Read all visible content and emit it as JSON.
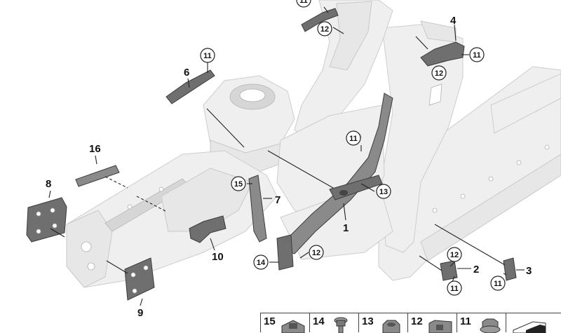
{
  "callouts": {
    "p1": "1",
    "p2": "2",
    "p3": "3",
    "p4": "4",
    "p6": "6",
    "p7": "7",
    "p8": "8",
    "p9": "9",
    "p10": "10",
    "p16": "16",
    "c11": "11",
    "c12": "12",
    "c13": "13",
    "c14": "14",
    "c15": "15"
  },
  "legend": [
    {
      "number": "15",
      "icon": "clip-nut-icon"
    },
    {
      "number": "14",
      "icon": "bolt-icon"
    },
    {
      "number": "13",
      "icon": "hex-nut-icon"
    },
    {
      "number": "12",
      "icon": "clamp-icon"
    },
    {
      "number": "11",
      "icon": "flange-nut-icon"
    },
    {
      "number": "",
      "icon": "part-shape-icon"
    }
  ]
}
